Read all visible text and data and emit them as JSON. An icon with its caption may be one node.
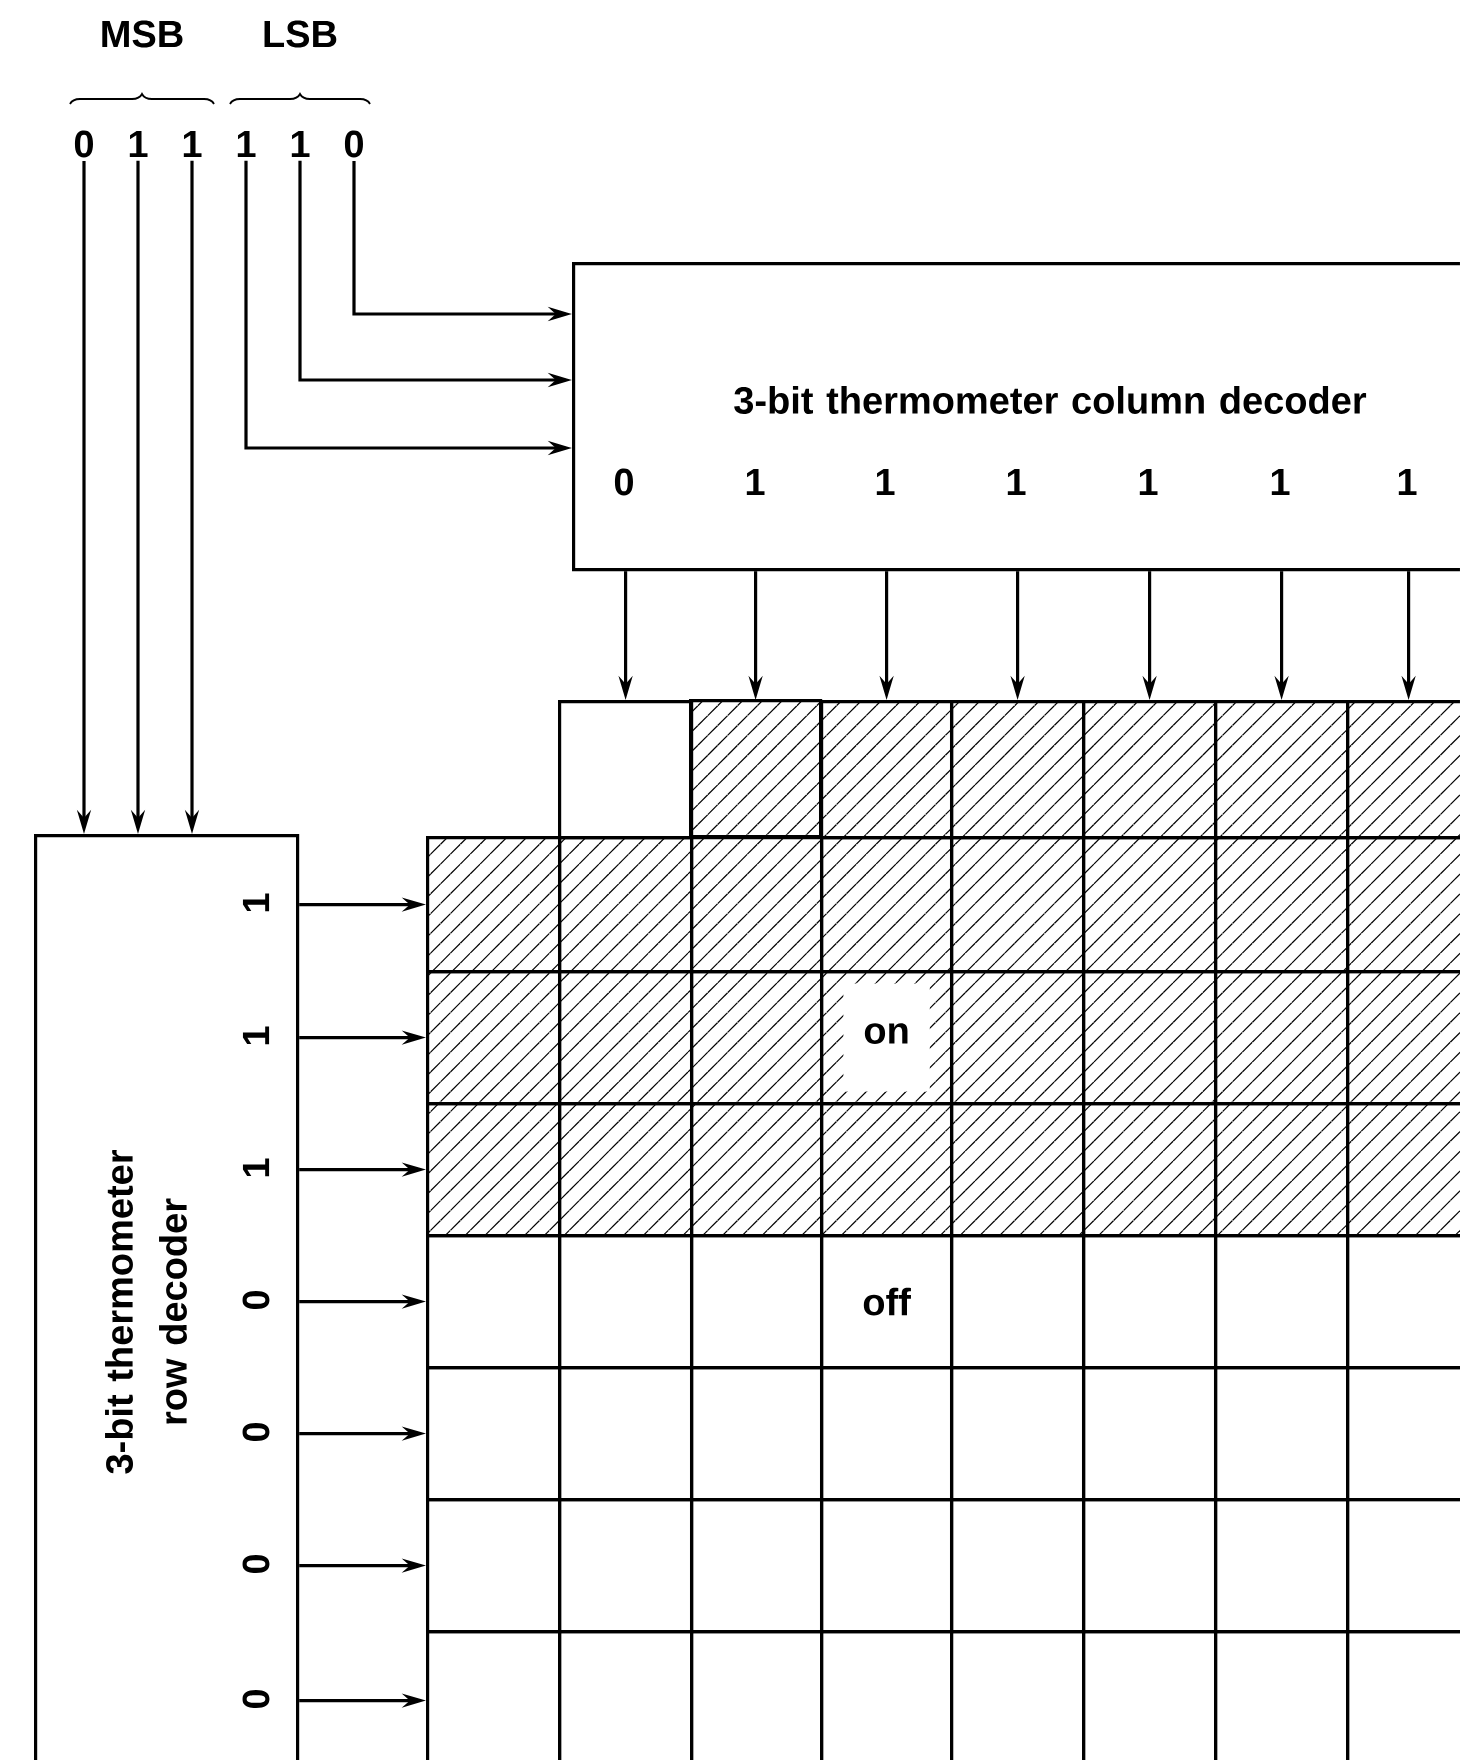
{
  "diagram": {
    "nodes": [
      {
        "text": [
          "0"
        ]
      },
      {
        "text": [
          "1"
        ]
      },
      {
        "text": [
          "1"
        ]
      },
      {
        "text": [
          "1"
        ]
      },
      {
        "text": [
          "1"
        ]
      },
      {
        "text": [
          "0"
        ]
      },
      {
        "text": [
          "3-bit thermometer column decoder",
          "0",
          "1",
          "1",
          "1",
          "1",
          "1",
          "1"
        ]
      },
      {
        "text": [
          "3-bit thermometer row decoder",
          "1",
          "1",
          "1",
          "0",
          "0",
          "0",
          "0"
        ]
      },
      {
        "text": [],
        "shape": "box"
      },
      {
        "text": [],
        "shape": "box"
      },
      {
        "text": [],
        "shape": "box"
      },
      {
        "text": [],
        "shape": "box"
      },
      {
        "text": [],
        "shape": "box"
      },
      {
        "text": [],
        "shape": "box"
      },
      {
        "text": [],
        "shape": "box"
      },
      {
        "text": [],
        "shape": "box"
      },
      {
        "text": [],
        "shape": "box"
      },
      {
        "text": [],
        "shape": "box"
      },
      {
        "text": [],
        "shape": "box"
      },
      {
        "text": [],
        "shape": "box"
      },
      {
        "text": [],
        "shape": "box"
      },
      {
        "text": [],
        "shape": "box"
      },
      {
        "text": [],
        "shape": "box"
      },
      {
        "text": [],
        "shape": "box"
      },
      {
        "text": [],
        "shape": "box"
      },
      {
        "text": [],
        "shape": "box"
      },
      {
        "text": [
          "on"
        ]
      },
      {
        "text": [],
        "shape": "box"
      },
      {
        "text": [],
        "shape": "box"
      },
      {
        "text": [],
        "shape": "box"
      },
      {
        "text": [],
        "shape": "box"
      },
      {
        "text": [],
        "shape": "box"
      },
      {
        "text": [],
        "shape": "box"
      },
      {
        "text": [],
        "shape": "box"
      },
      {
        "text": [],
        "shape": "box"
      },
      {
        "text": [],
        "shape": "box"
      },
      {
        "text": [],
        "shape": "box"
      },
      {
        "text": [],
        "shape": "box"
      },
      {
        "text": [],
        "shape": "box"
      },
      {
        "text": [],
        "shape": "box"
      },
      {
        "text": [],
        "shape": "box"
      },
      {
        "text": [],
        "shape": "box"
      },
      {
        "text": [
          "off"
        ]
      },
      {
        "text": [],
        "shape": "box"
      },
      {
        "text": [],
        "shape": "box"
      },
      {
        "text": [],
        "shape": "box"
      },
      {
        "text": [],
        "shape": "box"
      },
      {
        "text": [],
        "shape": "box"
      },
      {
        "text": [],
        "shape": "box"
      },
      {
        "text": [],
        "shape": "box"
      },
      {
        "text": [],
        "shape": "box"
      },
      {
        "text": [],
        "shape": "box"
      },
      {
        "text": [],
        "shape": "box"
      },
      {
        "text": [],
        "shape": "box"
      },
      {
        "text": [],
        "shape": "box"
      },
      {
        "text": [],
        "shape": "box"
      },
      {
        "text": [],
        "shape": "box"
      },
      {
        "text": [],
        "shape": "box"
      },
      {
        "text": [],
        "shape": "box"
      },
      {
        "text": [],
        "shape": "box"
      },
      {
        "text": [],
        "shape": "box"
      },
      {
        "text": [],
        "shape": "box"
      },
      {
        "text": [],
        "shape": "box"
      },
      {
        "text": [],
        "shape": "box"
      },
      {
        "text": [],
        "shape": "box"
      },
      {
        "text": [],
        "shape": "box"
      },
      {
        "text": [],
        "shape": "box"
      },
      {
        "text": [],
        "shape": "box"
      },
      {
        "text": [],
        "shape": "box"
      },
      {
        "text": [],
        "shape": "box"
      },
      {
        "text": [],
        "shape": "box"
      }
    ],
    "edges": [
      {
        "from": 0,
        "to": 7,
        "arrow": "to"
      },
      {
        "from": 1,
        "to": 7,
        "arrow": "to"
      },
      {
        "from": 2,
        "to": 7,
        "arrow": "to"
      },
      {
        "from": 3,
        "to": 6,
        "arrow": "to"
      },
      {
        "from": 4,
        "to": 6,
        "arrow": "to"
      },
      {
        "from": 5,
        "to": 6,
        "arrow": "to"
      },
      {
        "from": 6,
        "to": 8,
        "arrow": "to"
      },
      {
        "from": 6,
        "to": 9,
        "arrow": "to"
      },
      {
        "from": 6,
        "to": 10,
        "arrow": "to"
      },
      {
        "from": 6,
        "to": 11,
        "arrow": "to"
      },
      {
        "from": 6,
        "to": 12,
        "arrow": "to"
      },
      {
        "from": 6,
        "to": 13,
        "arrow": "to"
      },
      {
        "from": 6,
        "to": 14,
        "arrow": "to"
      },
      {
        "from": 7,
        "to": 15,
        "arrow": "to"
      },
      {
        "from": 7,
        "to": 23,
        "arrow": "to"
      },
      {
        "from": 7,
        "to": 31,
        "arrow": "to"
      },
      {
        "from": 7,
        "to": 39,
        "arrow": "to"
      },
      {
        "from": 7,
        "to": 47,
        "arrow": "to"
      },
      {
        "from": 7,
        "to": 55,
        "arrow": "to"
      },
      {
        "from": 7,
        "to": 63,
        "arrow": "to"
      }
    ],
    "labels": [
      "MSB",
      "LSB"
    ]
  }
}
